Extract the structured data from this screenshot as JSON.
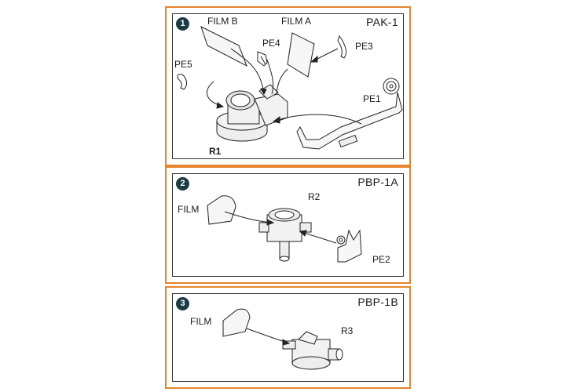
{
  "panels": [
    {
      "step": "1",
      "title": "PAK-1",
      "labels": {
        "film_b": "FILM B",
        "film_a": "FILM A",
        "pe4": "PE4",
        "pe3": "PE3",
        "pe5": "PE5",
        "pe1": "PE1",
        "r1": "R1"
      }
    },
    {
      "step": "2",
      "title": "PBP-1A",
      "labels": {
        "film": "FILM",
        "r2": "R2",
        "pe2": "PE2"
      }
    },
    {
      "step": "3",
      "title": "PBP-1B",
      "labels": {
        "film": "FILM",
        "r3": "R3"
      }
    }
  ],
  "colors": {
    "border": "#e8832a",
    "badge": "#1e3a44"
  }
}
